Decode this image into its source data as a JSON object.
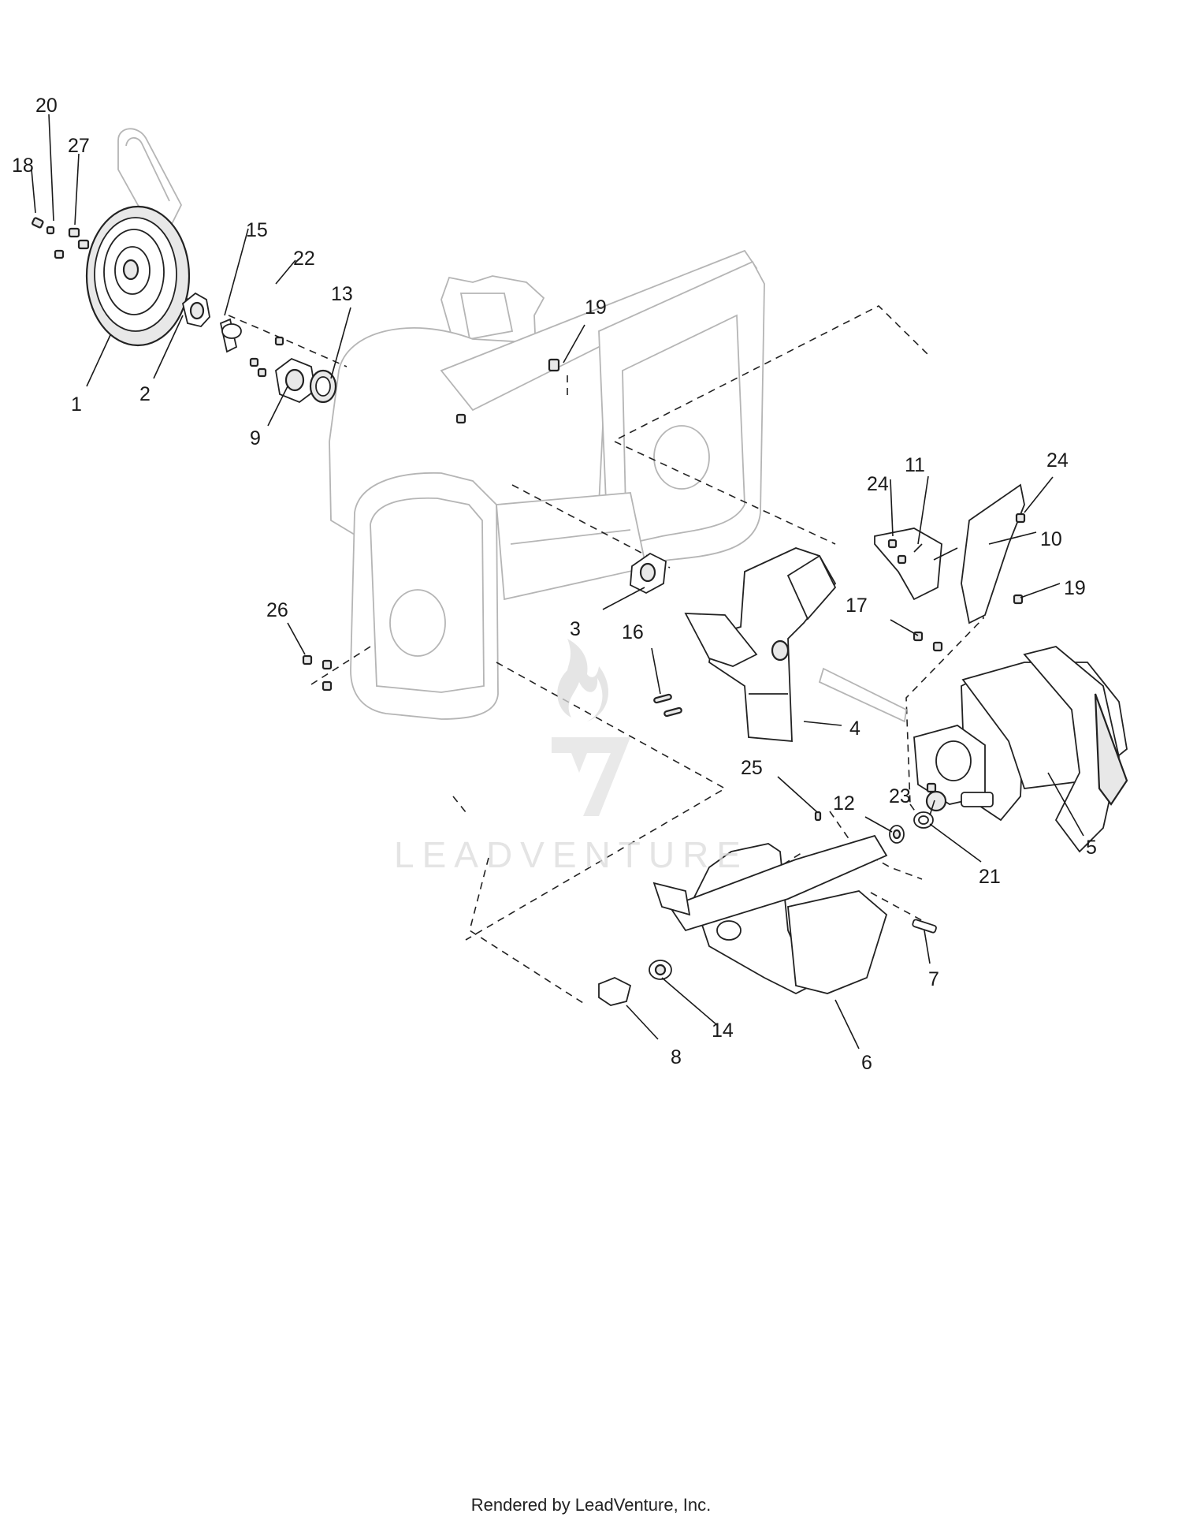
{
  "diagram": {
    "watermark_text": "LEADVENTURE",
    "footer_text": "Rendered by LeadVenture, Inc.",
    "callouts": [
      "1",
      "2",
      "3",
      "4",
      "5",
      "6",
      "7",
      "8",
      "9",
      "10",
      "11",
      "12",
      "13",
      "14",
      "15",
      "16",
      "17",
      "18",
      "19",
      "19",
      "20",
      "21",
      "22",
      "23",
      "24",
      "24",
      "25",
      "26",
      "27"
    ]
  }
}
